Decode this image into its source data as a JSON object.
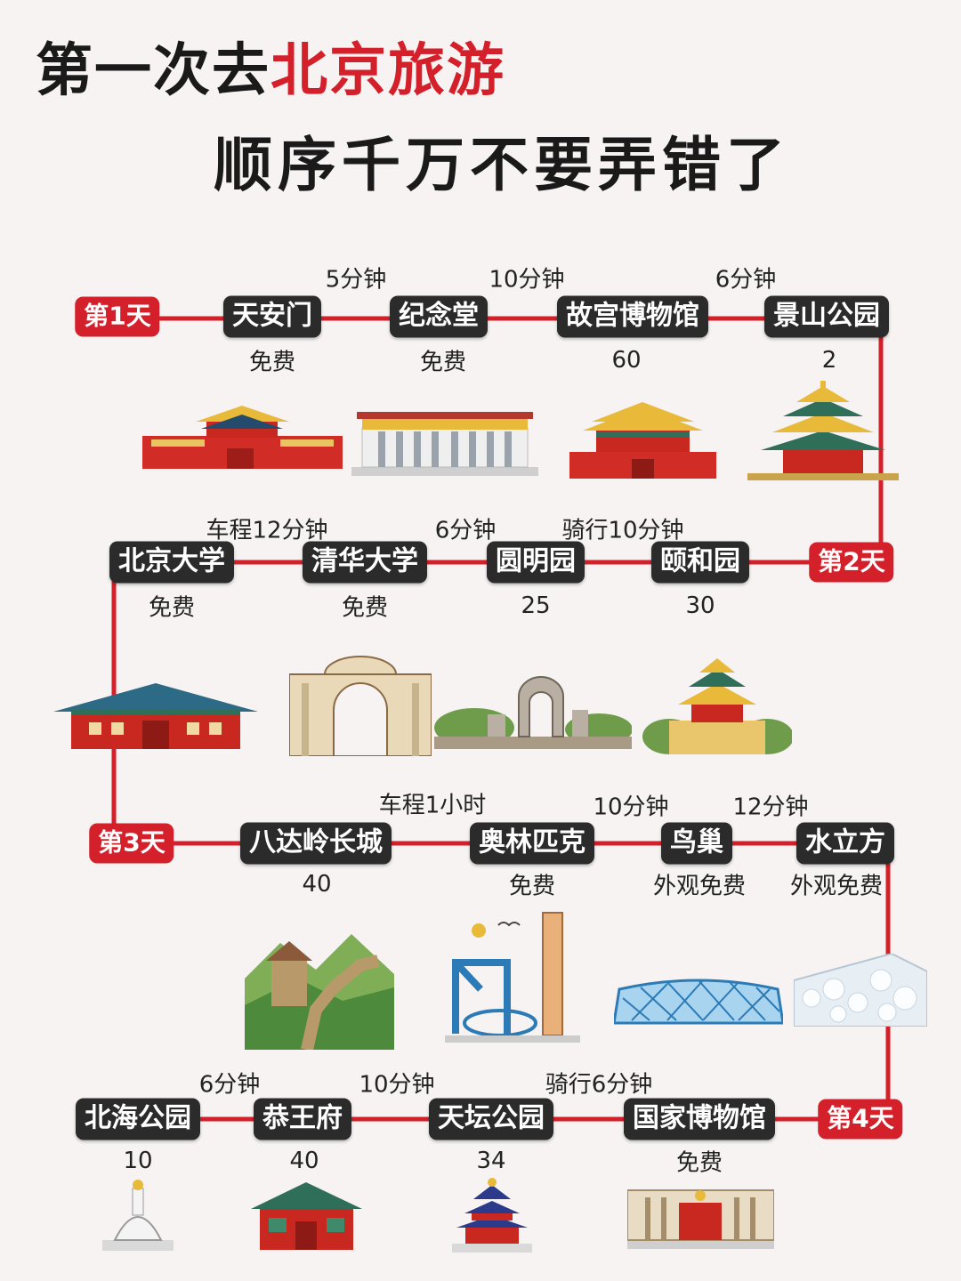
{
  "title": {
    "line1_prefix": "第一次去",
    "line1_highlight": "北京旅游",
    "line2": "顺序千万不要弄错了"
  },
  "colors": {
    "accent": "#d3202a",
    "node_bg": "#2b2b2b",
    "text": "#1a1a1a"
  },
  "days": [
    "第1天",
    "第2天",
    "第3天",
    "第4天"
  ],
  "row1": {
    "stops": [
      {
        "name": "天安门",
        "price": "免费",
        "icon": "tiananmen-gate"
      },
      {
        "name": "纪念堂",
        "price": "免费",
        "icon": "memorial-hall"
      },
      {
        "name": "故宫博物馆",
        "price": "60",
        "icon": "forbidden-city"
      },
      {
        "name": "景山公园",
        "price": "2",
        "icon": "jingshan-pavilion"
      }
    ],
    "travel": [
      "5分钟",
      "10分钟",
      "6分钟"
    ]
  },
  "row2": {
    "stops": [
      {
        "name": "北京大学",
        "price": "免费",
        "icon": "peking-university-gate"
      },
      {
        "name": "清华大学",
        "price": "免费",
        "icon": "tsinghua-gate"
      },
      {
        "name": "圆明园",
        "price": "25",
        "icon": "yuanmingyuan-ruins"
      },
      {
        "name": "颐和园",
        "price": "30",
        "icon": "summer-palace"
      }
    ],
    "travel": [
      "车程12分钟",
      "6分钟",
      "骑行10分钟"
    ]
  },
  "row3": {
    "stops": [
      {
        "name": "八达岭长城",
        "price": "40",
        "icon": "great-wall"
      },
      {
        "name": "奥林匹克",
        "price": "免费",
        "icon": "olympic-park"
      },
      {
        "name": "鸟巢",
        "price": "外观免费",
        "icon": "birds-nest"
      },
      {
        "name": "水立方",
        "price": "外观免费",
        "icon": "water-cube"
      }
    ],
    "travel": [
      "车程1小时",
      "10分钟",
      "12分钟"
    ]
  },
  "row4": {
    "stops": [
      {
        "name": "北海公园",
        "price": "10",
        "icon": "white-dagoba"
      },
      {
        "name": "恭王府",
        "price": "40",
        "icon": "prince-gong-mansion"
      },
      {
        "name": "天坛公园",
        "price": "34",
        "icon": "temple-of-heaven"
      },
      {
        "name": "国家博物馆",
        "price": "免费",
        "icon": "national-museum"
      }
    ],
    "travel": [
      "6分钟",
      "10分钟",
      "骑行6分钟"
    ]
  }
}
